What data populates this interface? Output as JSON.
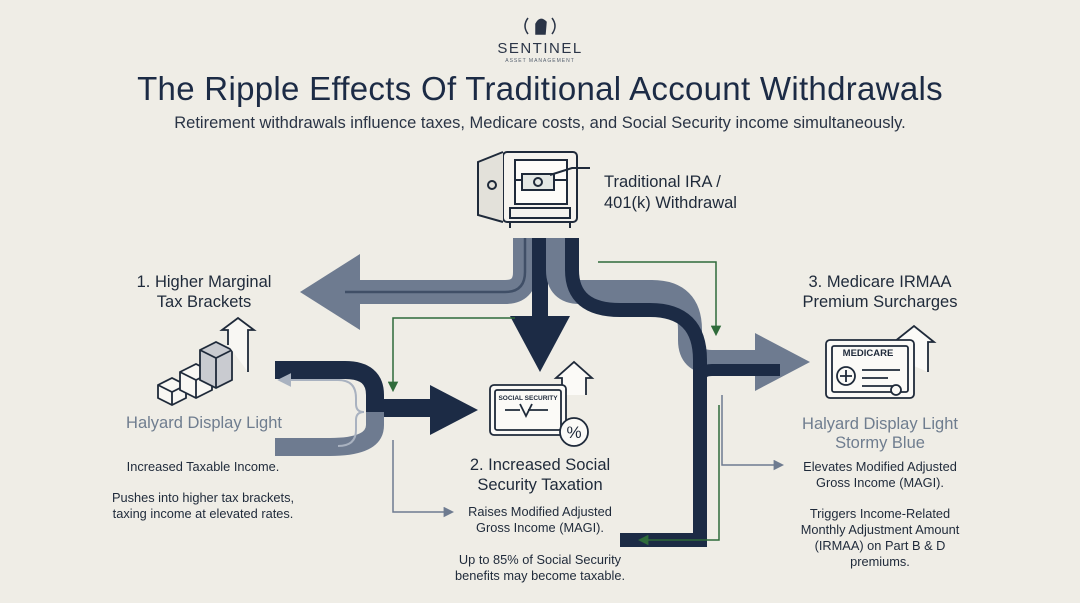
{
  "brand": {
    "name": "SENTINEL",
    "subtitle": "ASSET MANAGEMENT"
  },
  "header": {
    "title": "The Ripple Effects Of Traditional Account Withdrawals",
    "subtitle": "Retirement withdrawals influence taxes, Medicare costs, and Social Security income simultaneously."
  },
  "source": {
    "line1": "Traditional IRA /",
    "line2": "401(k) Withdrawal",
    "icon": "safe-icon"
  },
  "effects": [
    {
      "title_line1": "1. Higher Marginal",
      "title_line2": "Tax Brackets",
      "placeholder": "Halyard Display Light",
      "note1": "Increased Taxable Income.",
      "note2_line1": "Pushes into higher tax brackets,",
      "note2_line2": "taxing income at elevated rates.",
      "icon": "tax-brackets-icon"
    },
    {
      "title_line1": "2. Increased Social",
      "title_line2": "Security Taxation",
      "card_label": "SOCIAL SECURITY",
      "note1_line1": "Raises Modified Adjusted",
      "note1_line2": "Gross Income (MAGI).",
      "note2_line1": "Up to 85% of Social Security",
      "note2_line2": "benefits may become taxable.",
      "icon": "social-security-card-icon"
    },
    {
      "title_line1": "3. Medicare IRMAA",
      "title_line2": "Premium Surcharges",
      "card_label": "MEDICARE",
      "placeholder_line1": "Halyard Display Light",
      "placeholder_line2": "Stormy Blue",
      "note1_line1": "Elevates Modified Adjusted",
      "note1_line2": "Gross Income (MAGI).",
      "note2_line1": "Triggers Income-Related",
      "note2_line2": "Monthly Adjustment Amount",
      "note2_line3": "(IRMAA) on Part B & D",
      "note2_line4": "premiums.",
      "icon": "medicare-card-icon"
    }
  ],
  "colors": {
    "background": "#efede6",
    "navy": "#1c2b45",
    "slate": "#6e7b90",
    "green": "#2f6b3a"
  }
}
